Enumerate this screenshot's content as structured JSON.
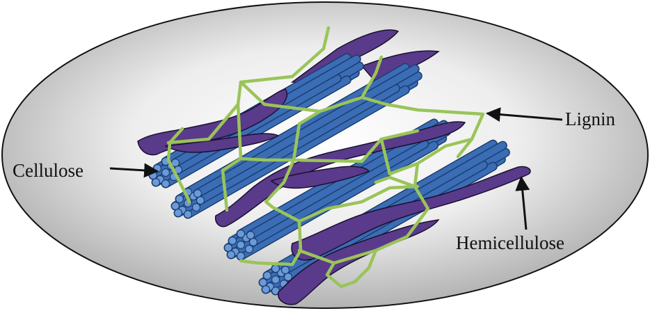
{
  "labels": {
    "lignin": "Lignin",
    "cellulose": "Cellulose",
    "hemicellulose": "Hemicellulose"
  },
  "colors": {
    "cellulose": "#3a6db5",
    "cellulose_highlight": "#6a9ad8",
    "hemicellulose": "#5a3a8a",
    "lignin": "#9ac459",
    "background_gradient_center": "#ffffff",
    "background_gradient_edge": "#b5b5b5",
    "outline": "#111111"
  }
}
